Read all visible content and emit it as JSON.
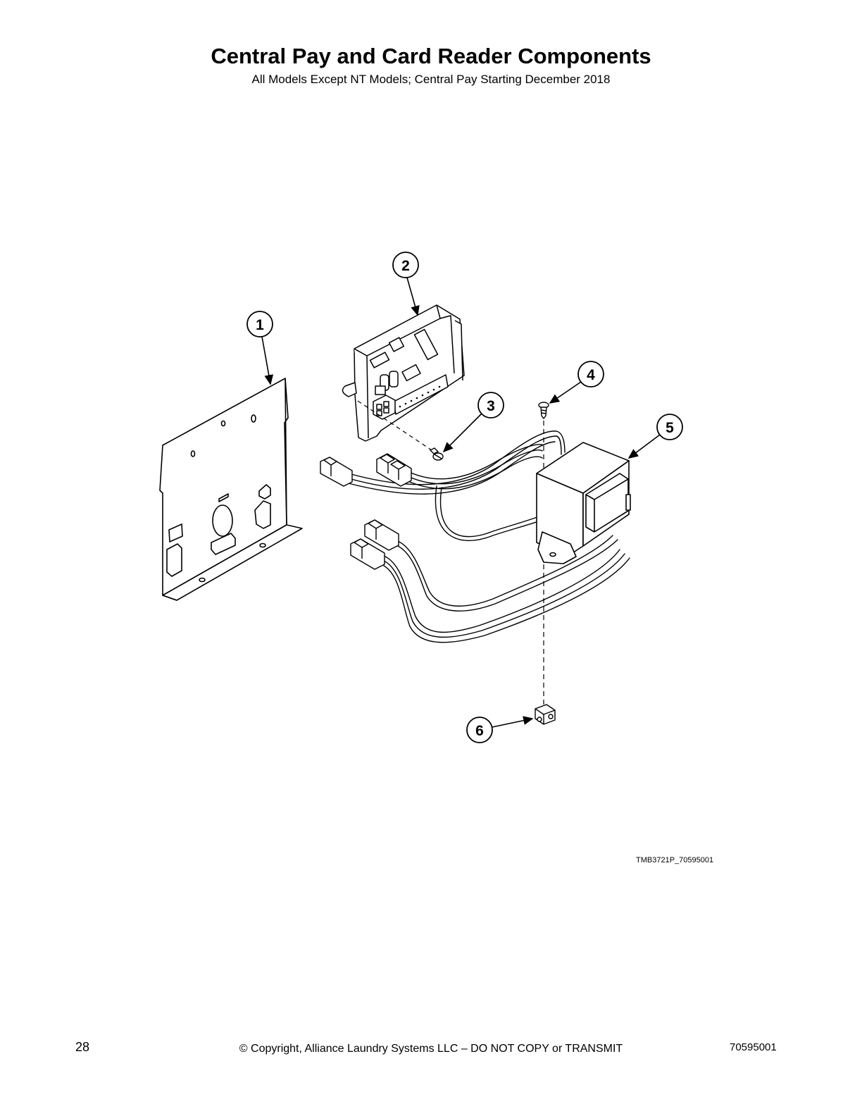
{
  "title": "Central Pay and Card Reader Components",
  "subtitle": "All Models Except NT Models; Central Pay Starting December 2018",
  "callouts": [
    "1",
    "2",
    "3",
    "4",
    "5",
    "6"
  ],
  "drawing_ref": "TMB3721P_70595001",
  "footer": {
    "page_number": "28",
    "copyright": "© Copyright, Alliance Laundry Systems LLC – DO NOT COPY or TRANSMIT",
    "doc_number": "70595001"
  }
}
